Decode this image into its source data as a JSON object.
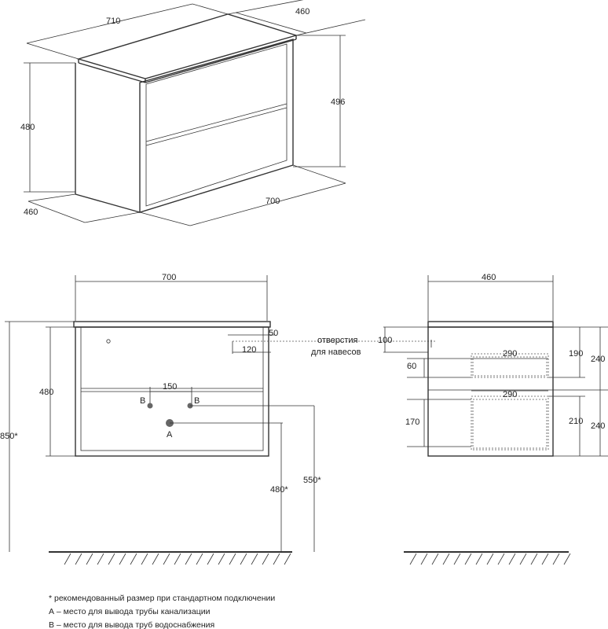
{
  "iso_view": {
    "dims": {
      "top_width": "710",
      "top_depth": "460",
      "height_back": "480",
      "height_front": "496",
      "bottom_depth": "460",
      "bottom_width": "700"
    }
  },
  "front_view": {
    "dims": {
      "width": "700",
      "hole_offset_top": "50",
      "hole_offset_side": "120",
      "height": "480",
      "between_b": "150",
      "total_height": "850*",
      "mount_height_a": "480*",
      "mount_height_b": "550*"
    },
    "markers": {
      "b_left": "B",
      "b_right": "B",
      "a": "A"
    },
    "hole_label_line1": "отверстия",
    "hole_label_line2": "для навесов"
  },
  "side_view": {
    "dims": {
      "width": "460",
      "hole_offset": "100",
      "drawer_depth_top": "290",
      "drawer_depth_bottom": "290",
      "gap_60": "60",
      "inner_190": "190",
      "outer_240_top": "240",
      "inner_170": "170",
      "inner_210": "210",
      "outer_240_bottom": "240"
    }
  },
  "notes": [
    "* рекомендованный размер при стандартном подключении",
    "А – место для вывода трубы канализации",
    "В – место для вывода труб водоснабжения"
  ]
}
